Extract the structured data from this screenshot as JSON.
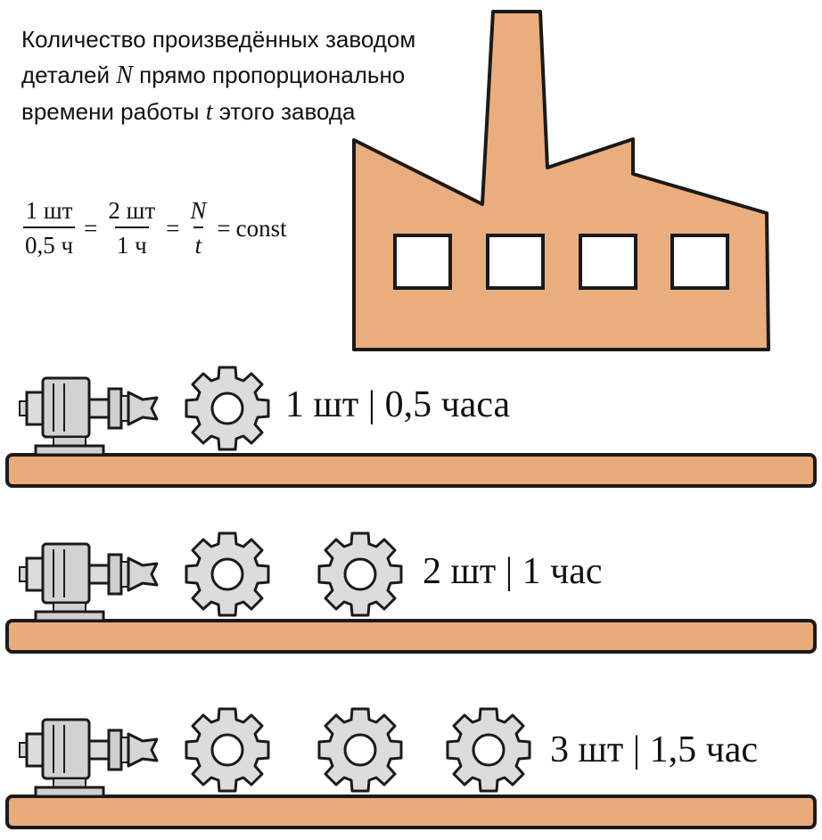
{
  "intro": {
    "part1": "Количество произведённых заводом деталей ",
    "var_n": "N",
    "part2": " прямо пропорционально времени работы ",
    "var_t": "t",
    "part3": " этого завода"
  },
  "formula": {
    "frac1_num": "1 шт",
    "frac1_den": "0,5 ч",
    "frac2_num": "2 шт",
    "frac2_den": "1 ч",
    "frac3_num": "N",
    "frac3_den": "t",
    "equals": "=",
    "const": "const"
  },
  "rows": [
    {
      "label": "1 шт | 0,5 часа",
      "gears": 1
    },
    {
      "label": "2 шт | 1 час",
      "gears": 2
    },
    {
      "label": "3 шт | 1,5 час",
      "gears": 3
    }
  ],
  "colors": {
    "factory_fill": "#EAAE7E",
    "belt_fill": "#E8AC7C",
    "gear_fill": "#DCDCDC",
    "outline": "#1A1A1A"
  }
}
